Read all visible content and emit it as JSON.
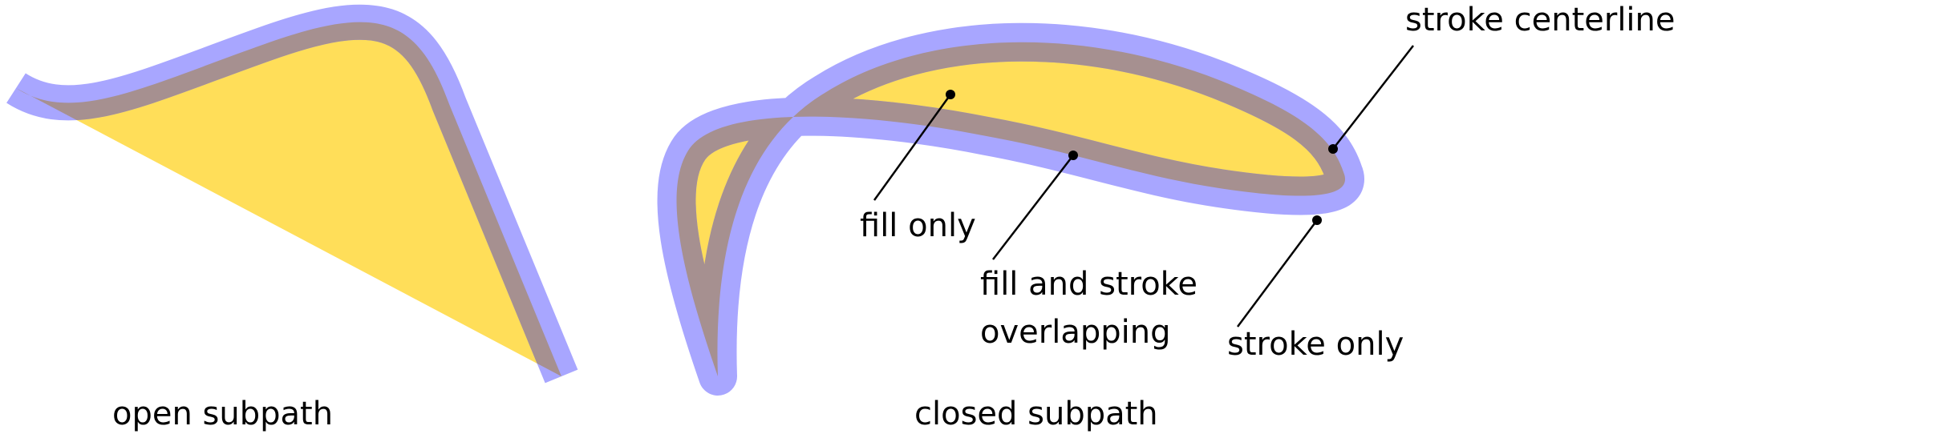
{
  "colors": {
    "fill": "#FFDE59",
    "stroke": "#A8A6FF",
    "overlap": "#A69090",
    "leader": "#000000"
  },
  "labels": {
    "open_subpath": "open subpath",
    "closed_subpath": "closed subpath",
    "fill_only": "fill only",
    "fill_and_stroke_line1": "fill and stroke",
    "fill_and_stroke_line2": "overlapping",
    "stroke_centerline": "stroke centerline",
    "stroke_only": "stroke only"
  }
}
